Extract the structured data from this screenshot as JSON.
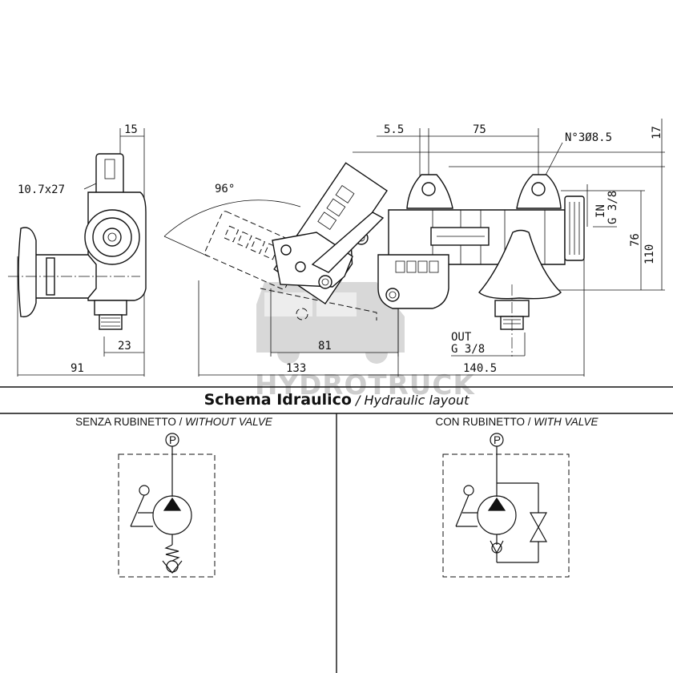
{
  "dimensions": {
    "side_top_width": "15",
    "slot": "10.7x27",
    "side_bottom_port": "23",
    "side_overall": "91",
    "angle": "96°",
    "swing_base": "81",
    "swing_total": "133",
    "top_offset": "5.5",
    "hole_spacing": "75",
    "holes": "N°3Ø8.5",
    "top_right": "17",
    "in_port_line1": "IN",
    "in_port_line2": "G 3/8",
    "height_76": "76",
    "height_110": "110",
    "out_port_line1": "OUT",
    "out_port_line2": "G 3/8",
    "front_overall": "140.5"
  },
  "section": {
    "title_bold": "Schema Idraulico",
    "title_sep": " / ",
    "title_italic": "Hydraulic layout"
  },
  "schemes": {
    "left_label": "SENZA RUBINETTO",
    "left_label_sep": " / ",
    "left_label_en": "WITHOUT VALVE",
    "right_label": "CON RUBINETTO",
    "right_label_sep": " / ",
    "right_label_en": "WITH VALVE",
    "port_symbol": "P"
  },
  "watermark": "HYDROTRUCK",
  "colors": {
    "line": "#111111",
    "watermark": "#c8c8c8",
    "background": "#ffffff"
  }
}
